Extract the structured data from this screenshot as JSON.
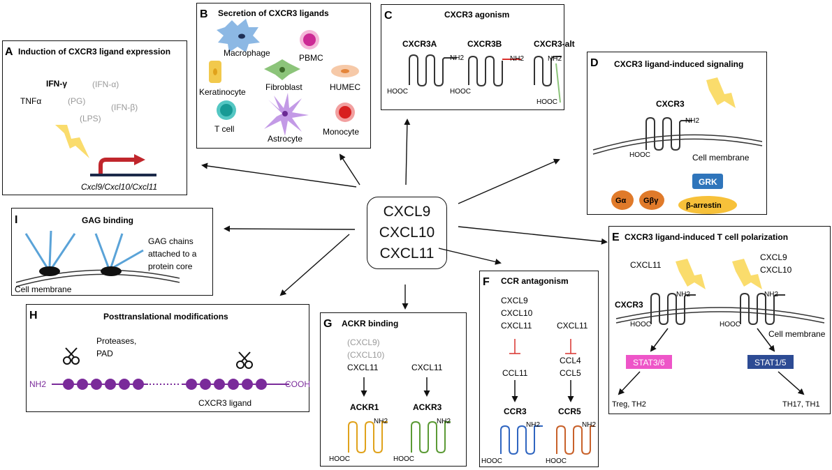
{
  "center": {
    "lines": [
      "CXCL9",
      "CXCL10",
      "CXCL11"
    ]
  },
  "panel_a": {
    "letter": "A",
    "title": "Induction of CXCR3 ligand expression",
    "inducers": [
      "IFN-γ",
      "(IFN-α)",
      "TNFα",
      "(PG)",
      "(IFN-β)",
      "(LPS)"
    ],
    "gene": "Cxcl9/Cxcl10/Cxcl11"
  },
  "panel_b": {
    "letter": "B",
    "title": "Secretion of CXCR3 ligands",
    "cells": [
      "Macrophage",
      "PBMC",
      "Keratinocyte",
      "Fibroblast",
      "HUMEC",
      "T cell",
      "Astrocyte",
      "Monocyte"
    ]
  },
  "panel_c": {
    "letter": "C",
    "title": "CXCR3 agonism",
    "receptors": [
      "CXCR3A",
      "CXCR3B",
      "CXCR3-alt"
    ],
    "nh2": "NH2",
    "hooc": "HOOC"
  },
  "panel_d": {
    "letter": "D",
    "title": "CXCR3 ligand-induced signaling",
    "receptor": "CXCR3",
    "membrane": "Cell membrane",
    "g_alpha": "Gα",
    "g_beta_gamma": "Gβγ",
    "grk": "GRK",
    "arrestin": "β-arrestin"
  },
  "panel_e": {
    "letter": "E",
    "title": "CXCR3 ligand-induced T cell polarization",
    "ligand_left": "CXCL11",
    "ligand_right": [
      "CXCL9",
      "CXCL10"
    ],
    "receptor": "CXCR3",
    "membrane": "Cell membrane",
    "stat_left": "STAT3/6",
    "stat_right": "STAT1/5",
    "out_left": "Treg, TH2",
    "out_right": "TH17, TH1"
  },
  "panel_f": {
    "letter": "F",
    "title": "CCR antagonism",
    "left_ligands": [
      "CXCL9",
      "CXCL10",
      "CXCL11"
    ],
    "right_ligands": [
      "CXCL11"
    ],
    "left_agonist": [
      "CCL11"
    ],
    "right_agonists": [
      "CCL4",
      "CCL5"
    ],
    "left_receptor": "CCR3",
    "right_receptor": "CCR5"
  },
  "panel_g": {
    "letter": "G",
    "title": "ACKR binding",
    "left_ligands": [
      "(CXCL9)",
      "(CXCL10)",
      "CXCL11"
    ],
    "right_ligands": [
      "CXCL11"
    ],
    "left_receptor": "ACKR1",
    "right_receptor": "ACKR3"
  },
  "panel_h": {
    "letter": "H",
    "title": "Posttranslational modifications",
    "enzymes": [
      "Proteases,",
      "PAD"
    ],
    "nh2": "NH2",
    "cooh": "COOH",
    "ligand": "CXCR3 ligand"
  },
  "panel_i": {
    "letter": "I",
    "title": "GAG binding",
    "gag": [
      "GAG chains",
      "attached to a",
      "protein core"
    ],
    "membrane": "Cell membrane"
  },
  "colors": {
    "ackr1": "#e0a21b",
    "ackr3": "#5b9a35",
    "ccr3": "#2f65c0",
    "ccr5": "#c8612a",
    "stat36": "#ee55c8",
    "stat15": "#2d4b94",
    "inhibit": "#d9302c",
    "ptm": "#7a2b9a",
    "bolt": "#fadc6c",
    "gag": "#5aa3d8"
  }
}
